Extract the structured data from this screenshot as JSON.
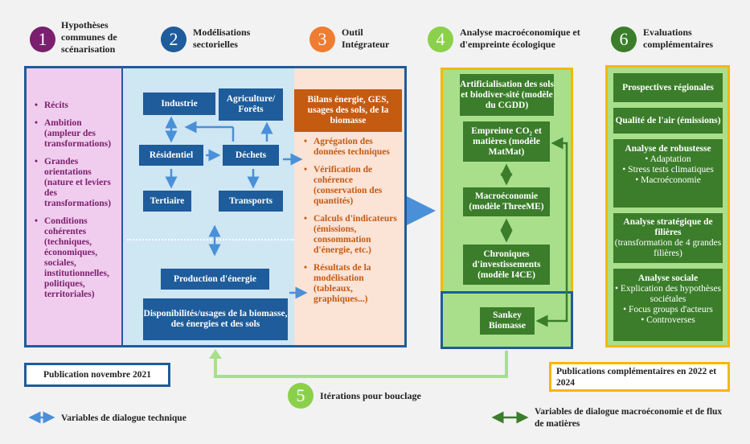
{
  "steps": [
    {
      "num": "1",
      "title": "Hypothèses communes de scénarisation",
      "color": "#7b1f6e"
    },
    {
      "num": "2",
      "title": "Modélisations sectorielles",
      "color": "#1e5c9b"
    },
    {
      "num": "3",
      "title": "Outil Intégrateur",
      "color": "#ee7d31"
    },
    {
      "num": "4",
      "title": "Analyse macroéconomique et d'empreinte écologique",
      "color": "#8bd04a"
    },
    {
      "num": "5",
      "title": "Itérations pour bouclage",
      "color": "#8bd04a"
    },
    {
      "num": "6",
      "title": "Evaluations complémentaires",
      "color": "#3b7d2a"
    }
  ],
  "hypotheses": [
    "Récits",
    "Ambition (ampleur des transformations)",
    "Grandes orientations (nature et leviers des transformations)",
    "Conditions cohérentes (techniques, économiques, sociales, institutionnelles, politiques, territoriales)"
  ],
  "sectors": {
    "industrie": "Industrie",
    "agriculture": "Agriculture/ Forêts",
    "residentiel": "Résidentiel",
    "dechets": "Déchets",
    "tertiaire": "Tertiaire",
    "transports": "Transports",
    "production": "Production d'énergie",
    "disponibilites": "Disponibilités/usages de la biomasse, des énergies et des sols"
  },
  "integrator": {
    "header": "Bilans énergie, GES, usages des sols, de la biomasse",
    "items": [
      "Agrégation des données techniques",
      "Vérification de cohérence (conservation des quantités)",
      "Calculs d'indicateurs (émissions, consommation d'énergie, etc.)",
      "Résultats de la modélisation (tableaux, graphiques...)"
    ]
  },
  "macro": {
    "artificialisation": "Artificialisation des sols et biodiver-sité (modèle du CGDD)",
    "empreinte": "Empreinte CO₂ et matières (modèle MatMat)",
    "macroeconomie": "Macroéconomie (modèle ThreeME)",
    "chroniques": "Chroniques d'investissements (modèle I4CE)",
    "sankey": "Sankey Biomasse"
  },
  "evaluations": [
    {
      "title": "Prospectives régionales",
      "details": []
    },
    {
      "title": "Qualité de l'air (émissions)",
      "details": []
    },
    {
      "title": "Analyse de robustesse",
      "details": [
        "• Adaptation",
        "• Stress tests climatiques",
        "• Macroéconomie"
      ]
    },
    {
      "title": "Analyse stratégique de filières",
      "details": [
        "(transformation de 4 grandes filières)"
      ]
    },
    {
      "title": "Analyse sociale",
      "details": [
        "• Explication des hypothèses sociétales",
        "• Focus groups d'acteurs",
        "• Controverses"
      ]
    }
  ],
  "publications": {
    "nov2021": "Publication novembre 2021",
    "complementaires": "Publications complémentaires en 2022 et 2024"
  },
  "legend": {
    "technique": "Variables de dialogue technique",
    "macro": "Variables de dialogue macroéconomie et de flux de matières"
  },
  "colors": {
    "blue": "#1e5c9b",
    "orange_dark": "#c55a11",
    "orange_light": "#fbe3d6",
    "pink": "#f0cdee",
    "light_blue": "#cfe6f3",
    "green_light": "#a9df8b",
    "green_dark": "#3b7d2a",
    "arrow_blue": "#4a90d9",
    "yellow": "#f5b800"
  }
}
